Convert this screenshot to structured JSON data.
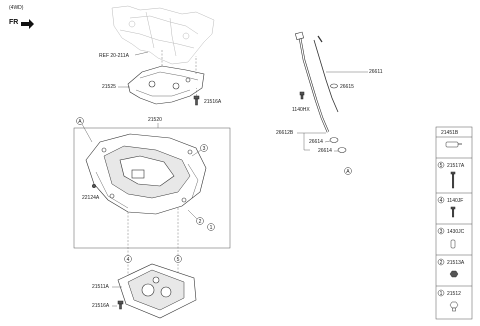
{
  "header": {
    "variant": "(4WD)",
    "direction": "FR"
  },
  "callouts": {
    "ref": "REF 20-211A",
    "p21525": "21525",
    "p21516A_top": "21516A",
    "p21520": "21520",
    "p22124A": "22124A",
    "p21511A": "21511A",
    "p21516A_bottom": "21516A",
    "p26611": "26611",
    "p26615": "26615",
    "p1140HX": "1140HX",
    "p26612B": "26612B",
    "p26614a": "26614",
    "p26614b": "26614"
  },
  "circle_marks": {
    "A_pan": "A",
    "A_gauge": "A",
    "n3": "3",
    "n2": "2",
    "n1": "1",
    "n4": "4",
    "n5": "5"
  },
  "legend": {
    "header": "21451B",
    "rows": [
      {
        "num": "5",
        "code": "21517A",
        "icon": "long-bolt-icon"
      },
      {
        "num": "4",
        "code": "1140JF",
        "icon": "bolt-icon"
      },
      {
        "num": "3",
        "code": "1430JC",
        "icon": "dowel-pin-icon"
      },
      {
        "num": "2",
        "code": "21513A",
        "icon": "nut-icon"
      },
      {
        "num": "1",
        "code": "21512",
        "icon": "drain-plug-icon"
      }
    ]
  }
}
